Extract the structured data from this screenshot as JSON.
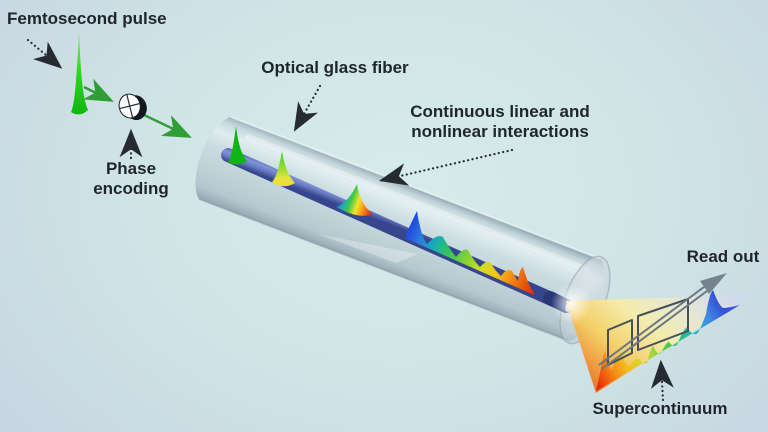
{
  "meta": {
    "description": "Diagram of supercontinuum generation: a femtosecond pulse is phase encoded, propagates through an optical glass fiber undergoing continuous linear and nonlinear interactions, and exits as a supercontinuum spectrum that is read out."
  },
  "labels": {
    "femtosecond_pulse": "Femtosecond pulse",
    "phase_encoding_line1": "Phase",
    "phase_encoding_line2": "encoding",
    "optical_glass_fiber": "Optical glass fiber",
    "interactions_line1": "Continuous linear and",
    "interactions_line2": "nonlinear interactions",
    "read_out": "Read out",
    "supercontinuum": "Supercontinuum"
  },
  "icons": {
    "femtosecond-pulse-spike": "narrow green pulse spike",
    "phase-encoder-disk": "tilted disk with crosshair, half shadowed",
    "beam-arrow": "green beam direction arrow",
    "dotted-pointer-arrow": "black dotted annotation arrow",
    "fiber-cladding": "translucent glass cylinder",
    "fiber-core": "blue fiber core rod",
    "pulse-evolution": "pulses broadening from green to rainbow along core",
    "output-light-cone": "diverging light fan from fiber tip",
    "supercontinuum-spectrum": "rainbow spectrum waveform red to blue",
    "sampling-window": "rectangular readout frame",
    "readout-arrow": "gray double-line arrow"
  },
  "colors": {
    "background_center": "#d6ebea",
    "background_edge": "#c6d2e1",
    "label_text": "#1f252c",
    "beam_green": "#2f9e36",
    "pulse_green": "#2ed41f",
    "fiber_glass": "#b7c6ce",
    "fiber_core_blue": "#4a5ba8",
    "spectrum_scale": [
      "#dd1500",
      "#f58c14",
      "#ddd32a",
      "#4ec654",
      "#27b6c8",
      "#3351d8"
    ],
    "readout_arrow_gray": "#76828d"
  }
}
